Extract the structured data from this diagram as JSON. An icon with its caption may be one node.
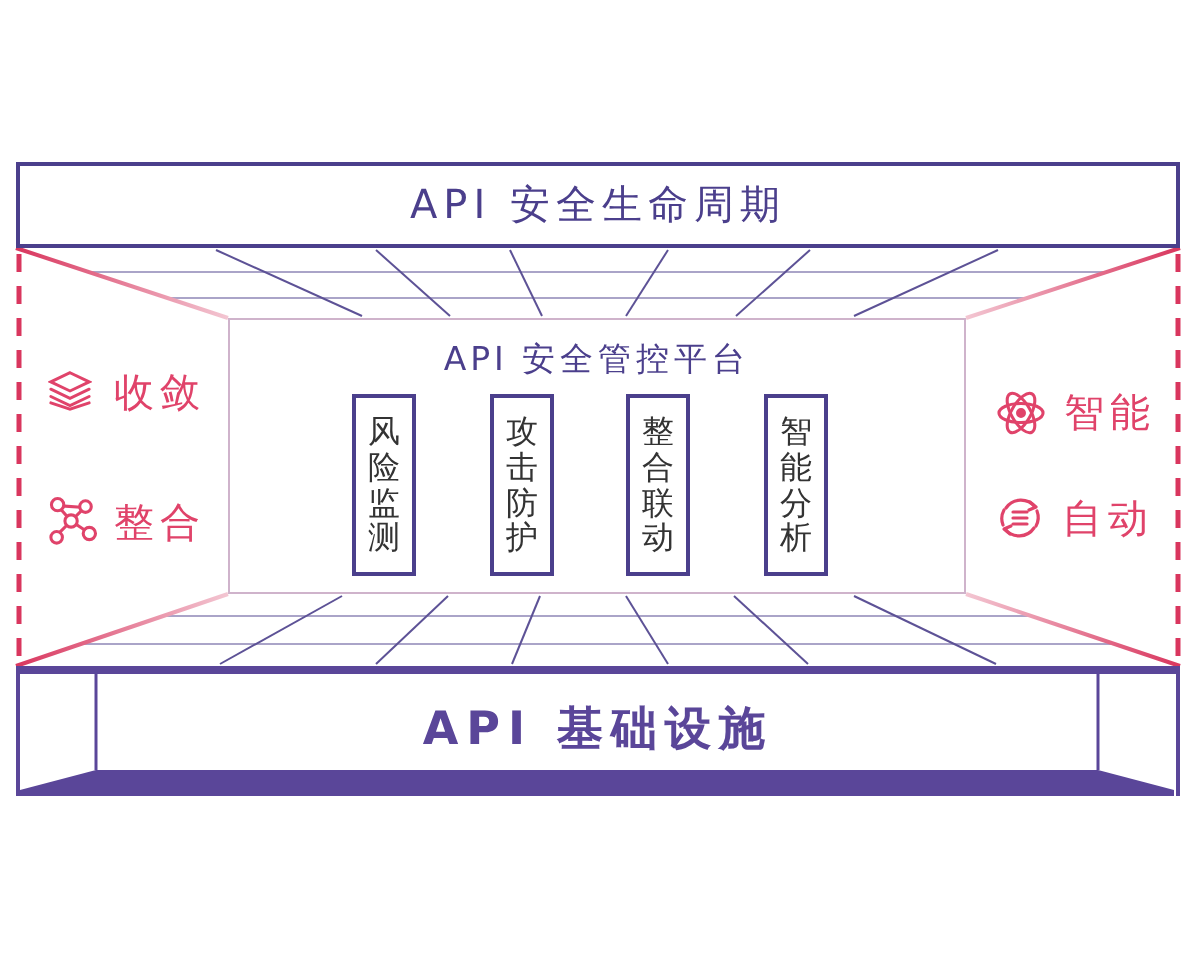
{
  "diagram": {
    "nodes": [
      {
        "text": [
          "API 安全生命周期"
        ]
      },
      {
        "text": [
          "API 安全管控平台"
        ]
      },
      {
        "text": [
          "风险监测"
        ],
        "in": 1
      },
      {
        "text": [
          "攻击防护"
        ],
        "in": 1
      },
      {
        "text": [
          "整合联动"
        ],
        "in": 1
      },
      {
        "text": [
          "智能分析"
        ],
        "in": 1
      },
      {
        "text": [
          "API 基础设施"
        ]
      }
    ],
    "labels": [
      "收敛",
      "整合",
      "智能",
      "自动"
    ]
  }
}
